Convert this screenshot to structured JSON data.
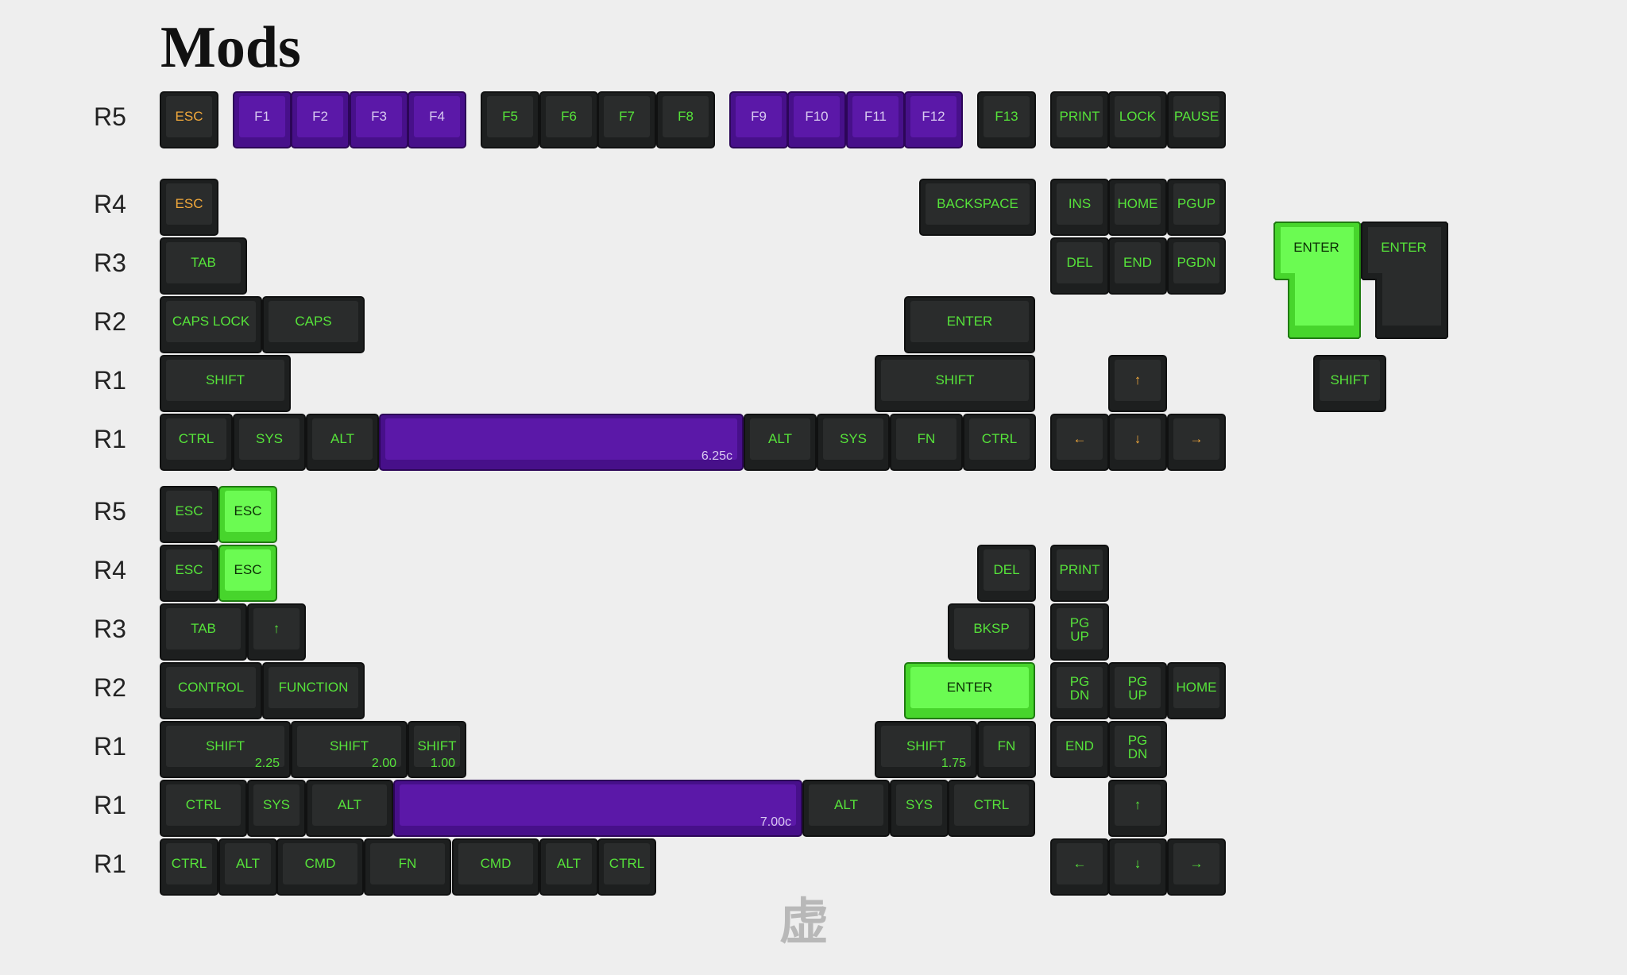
{
  "title": "Mods",
  "watermark": "虚",
  "colors": {
    "background": "#eeeeee",
    "key_dark": "#2a2c2c",
    "legend_green": "#56e33a",
    "legend_orange": "#f2a93b",
    "accent_purple": "#5b18a8",
    "accent_green": "#6bfb52"
  },
  "row_labels": [
    "R5",
    "R4",
    "R3",
    "R2",
    "R1",
    "R1",
    "R5",
    "R4",
    "R3",
    "R2",
    "R1",
    "R1",
    "R1"
  ],
  "keys": [
    {
      "label": "ESC",
      "color": "orange"
    },
    {
      "label": "F1",
      "color": "purple"
    },
    {
      "label": "F2",
      "color": "purple"
    },
    {
      "label": "F3",
      "color": "purple"
    },
    {
      "label": "F4",
      "color": "purple"
    },
    {
      "label": "F5",
      "color": "dark"
    },
    {
      "label": "F6",
      "color": "dark"
    },
    {
      "label": "F7",
      "color": "dark"
    },
    {
      "label": "F8",
      "color": "dark"
    },
    {
      "label": "F9",
      "color": "purple"
    },
    {
      "label": "F10",
      "color": "purple"
    },
    {
      "label": "F11",
      "color": "purple"
    },
    {
      "label": "F12",
      "color": "purple"
    },
    {
      "label": "F13",
      "color": "dark"
    },
    {
      "label": "PRINT",
      "color": "dark"
    },
    {
      "label": "LOCK",
      "color": "dark"
    },
    {
      "label": "PAUSE",
      "color": "dark"
    },
    {
      "label": "ESC",
      "color": "orange"
    },
    {
      "label": "BACKSPACE",
      "color": "dark"
    },
    {
      "label": "INS",
      "color": "dark"
    },
    {
      "label": "HOME",
      "color": "dark"
    },
    {
      "label": "PGUP",
      "color": "dark"
    },
    {
      "label": "TAB",
      "color": "dark"
    },
    {
      "label": "DEL",
      "color": "dark"
    },
    {
      "label": "END",
      "color": "dark"
    },
    {
      "label": "PGDN",
      "color": "dark"
    },
    {
      "label": "CAPS LOCK",
      "color": "dark"
    },
    {
      "label": "CAPS",
      "color": "dark"
    },
    {
      "label": "ENTER",
      "color": "dark"
    },
    {
      "label": "SHIFT",
      "color": "dark"
    },
    {
      "label": "SHIFT",
      "color": "dark"
    },
    {
      "label": "↑",
      "color": "orange"
    },
    {
      "label": "SHIFT",
      "color": "dark"
    },
    {
      "label": "CTRL",
      "color": "dark"
    },
    {
      "label": "SYS",
      "color": "dark"
    },
    {
      "label": "ALT",
      "color": "dark"
    },
    {
      "label": "",
      "note": "6.25c",
      "color": "purple"
    },
    {
      "label": "ALT",
      "color": "dark"
    },
    {
      "label": "SYS",
      "color": "dark"
    },
    {
      "label": "FN",
      "color": "dark"
    },
    {
      "label": "CTRL",
      "color": "dark"
    },
    {
      "label": "←",
      "color": "orange"
    },
    {
      "label": "↓",
      "color": "orange"
    },
    {
      "label": "→",
      "color": "orange"
    },
    {
      "label": "ESC",
      "color": "dark"
    },
    {
      "label": "ESC",
      "color": "green"
    },
    {
      "label": "ESC",
      "color": "dark"
    },
    {
      "label": "ESC",
      "color": "green"
    },
    {
      "label": "DEL",
      "color": "dark"
    },
    {
      "label": "PRINT",
      "color": "dark"
    },
    {
      "label": "TAB",
      "color": "dark"
    },
    {
      "label": "↑",
      "color": "dark"
    },
    {
      "label": "BKSP",
      "color": "dark"
    },
    {
      "label": "PG\nUP",
      "color": "dark"
    },
    {
      "label": "CONTROL",
      "color": "dark"
    },
    {
      "label": "FUNCTION",
      "color": "dark"
    },
    {
      "label": "ENTER",
      "color": "green"
    },
    {
      "label": "PG\nDN",
      "color": "dark"
    },
    {
      "label": "PG\nUP",
      "color": "dark"
    },
    {
      "label": "HOME",
      "color": "dark"
    },
    {
      "label": "SHIFT",
      "note": "2.25",
      "color": "dark"
    },
    {
      "label": "SHIFT",
      "note": "2.00",
      "color": "dark"
    },
    {
      "label": "SHIFT",
      "note": "1.00",
      "color": "dark"
    },
    {
      "label": "SHIFT",
      "note": "1.75",
      "color": "dark"
    },
    {
      "label": "FN",
      "color": "dark"
    },
    {
      "label": "END",
      "color": "dark"
    },
    {
      "label": "PG\nDN",
      "color": "dark"
    },
    {
      "label": "CTRL",
      "color": "dark"
    },
    {
      "label": "SYS",
      "color": "dark"
    },
    {
      "label": "ALT",
      "color": "dark"
    },
    {
      "label": "",
      "note": "7.00c",
      "color": "purple"
    },
    {
      "label": "ALT",
      "color": "dark"
    },
    {
      "label": "SYS",
      "color": "dark"
    },
    {
      "label": "CTRL",
      "color": "dark"
    },
    {
      "label": "↑",
      "color": "dark"
    },
    {
      "label": "CTRL",
      "color": "dark"
    },
    {
      "label": "ALT",
      "color": "dark"
    },
    {
      "label": "CMD",
      "color": "dark"
    },
    {
      "label": "FN",
      "color": "dark"
    },
    {
      "label": "CMD",
      "color": "dark"
    },
    {
      "label": "ALT",
      "color": "dark"
    },
    {
      "label": "CTRL",
      "color": "dark"
    },
    {
      "label": "←",
      "color": "dark"
    },
    {
      "label": "↓",
      "color": "dark"
    },
    {
      "label": "→",
      "color": "dark"
    }
  ],
  "iso_enter_keys": [
    {
      "label": "ENTER",
      "color": "green"
    },
    {
      "label": "ENTER",
      "color": "dark"
    }
  ]
}
